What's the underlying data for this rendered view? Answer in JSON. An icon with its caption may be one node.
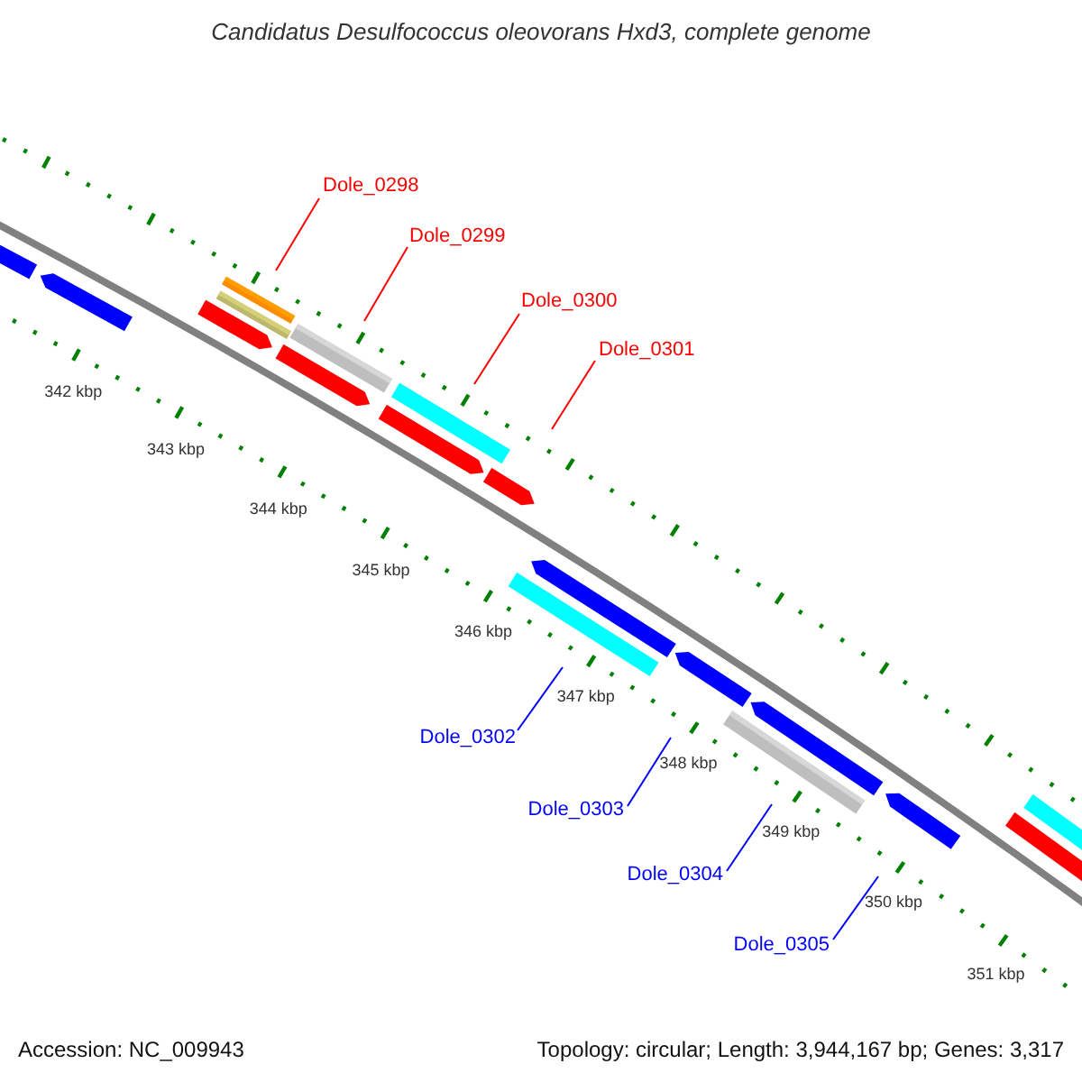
{
  "diagram": {
    "title": "Candidatus Desulfococcus oleovorans Hxd3, complete genome",
    "nodes": [
      {
        "text": [
          "Dole_0298"
        ]
      },
      {
        "text": [
          "Dole_0299"
        ]
      },
      {
        "text": [
          "Dole_0300"
        ]
      },
      {
        "text": [
          "Dole_0301"
        ]
      },
      {
        "text": [
          "Dole_0302"
        ]
      },
      {
        "text": [
          "Dole_0303"
        ]
      },
      {
        "text": [
          "Dole_0304"
        ]
      },
      {
        "text": [
          "Dole_0305"
        ]
      }
    ],
    "edges": [
      {
        "from": 0,
        "to": null,
        "arrow": "none",
        "color": "#ff0000"
      },
      {
        "from": 1,
        "to": null,
        "arrow": "none",
        "color": "#ff0000"
      },
      {
        "from": 2,
        "to": null,
        "arrow": "none",
        "color": "#ff0000"
      },
      {
        "from": 3,
        "to": null,
        "arrow": "none",
        "color": "#ff0000"
      },
      {
        "from": 4,
        "to": null,
        "arrow": "none",
        "color": "#0000ff"
      },
      {
        "from": 5,
        "to": null,
        "arrow": "none",
        "color": "#0000ff"
      },
      {
        "from": 6,
        "to": null,
        "arrow": "none",
        "color": "#0000ff"
      },
      {
        "from": 7,
        "to": null,
        "arrow": "none",
        "color": "#0000ff"
      }
    ],
    "labels": [
      "342 kbp",
      "343 kbp",
      "344 kbp",
      "345 kbp",
      "346 kbp",
      "347 kbp",
      "348 kbp",
      "349 kbp",
      "350 kbp",
      "351 kbp",
      "Accession: NC_009943",
      "Topology: circular; Length: 3,944,167 bp; Genes: 3,317"
    ]
  }
}
